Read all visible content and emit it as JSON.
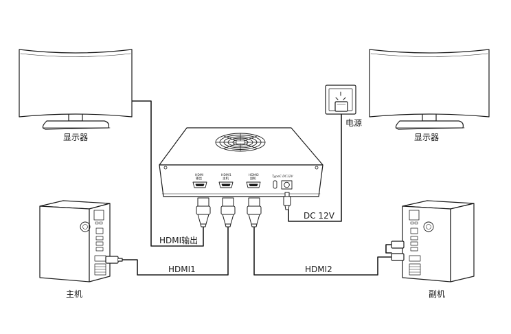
{
  "labels": {
    "monitor_left": "显示器",
    "monitor_right": "显示器",
    "power": "电源",
    "dc": "DC 12V",
    "hdmi_out": "HDMI输出",
    "hdmi1": "HDMI1",
    "hdmi2": "HDMI2",
    "host_main": "主机",
    "host_sub": "副机"
  },
  "device_ports": {
    "port1_top": "HDMI",
    "port1_bottom": "输出",
    "port2_top": "HDMI1",
    "port2_bottom": "主机",
    "port3_top": "HDMI2",
    "port3_bottom": "副机",
    "port4": "TypeC DC12V"
  },
  "colors": {
    "line": "#1a1a1a",
    "fill": "#ffffff"
  }
}
